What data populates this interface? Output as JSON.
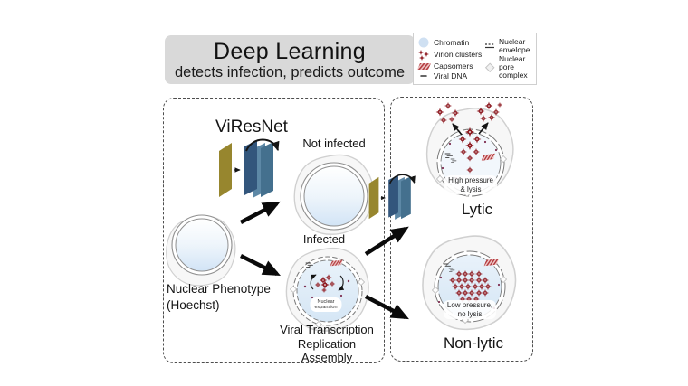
{
  "title": {
    "main": "Deep Learning",
    "subtitle": "detects infection, predicts outcome"
  },
  "legend": {
    "items": [
      {
        "name": "chromatin",
        "label": "Chromatin"
      },
      {
        "name": "virion-clusters",
        "label": "Virion clusters"
      },
      {
        "name": "capsomers",
        "label": "Capsomers"
      },
      {
        "name": "viral-dna",
        "label": "Viral DNA"
      },
      {
        "name": "nuclear-envelope",
        "label": "Nuclear envelope"
      },
      {
        "name": "nuclear-pore-complex",
        "label": "Nuclear pore complex"
      }
    ]
  },
  "pipeline": {
    "model_label": "ViResNet",
    "input_label_line1": "Nuclear Phenotype",
    "input_label_line2": "(Hoechst)",
    "not_infected_label": "Not infected",
    "infected_label": "Infected",
    "infected_caption_line1": "Viral Transcription",
    "infected_caption_line2": "Replication",
    "infected_caption_line3": "Assembly",
    "nuclear_expansion_line1": "Nuclear",
    "nuclear_expansion_line2": "expansion"
  },
  "outcomes": {
    "lytic_label": "Lytic",
    "lytic_note_line1": "High pressure",
    "lytic_note_line2": "& lysis",
    "nonlytic_label": "Non-lytic",
    "nonlytic_note_line1": "Low pressure,",
    "nonlytic_note_line2": "no lysis"
  },
  "colors": {
    "title_box_bg": "#d9d9d9",
    "virion_red": "#8e1b22",
    "capsomer_red": "#b23a3e",
    "chromatin_blue": "#cfe0f2",
    "nucleus_blue": "#d7e7f6",
    "nn_input_olive": "#97862e",
    "nn_layer_dark": "#33567c",
    "nn_layer_mid": "#5d88a6",
    "nn_layer_light": "#44708e",
    "dash_border": "#4e4e4e"
  },
  "icons": {
    "chromatin-icon": "light blue filled circle",
    "virion-cluster-icon": "cluster of dark red star-shaped virions",
    "capsomer-icon": "red hatched parallelogram",
    "viral-dna-icon": "short dark dash",
    "nuclear-envelope-icon": "double horizontal line, top dashed",
    "nuclear-pore-icon": "pale gray diamond",
    "loop-arrow-icon": "curved skip-connection arrow over network layers"
  }
}
